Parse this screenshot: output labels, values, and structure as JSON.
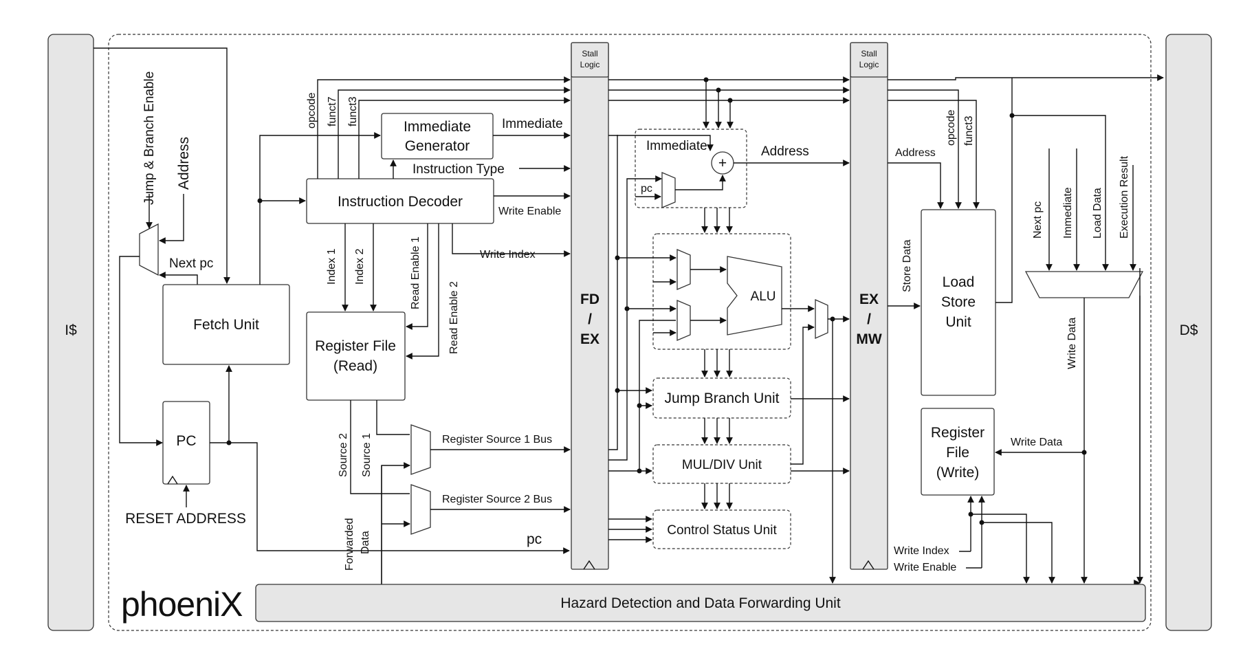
{
  "diagram": {
    "left_cache": "I$",
    "right_cache": "D$",
    "logo": "phoeniX",
    "fetch": {
      "jump_branch_enable": "Jump & Branch Enable",
      "address": "Address",
      "next_pc": "Next pc",
      "fetch_unit": "Fetch Unit",
      "pc": "PC",
      "reset_address": "RESET ADDRESS"
    },
    "decode": {
      "opcode": "opcode",
      "funct7": "funct7",
      "funct3": "funct3",
      "immediate_generator_line1": "Immediate",
      "immediate_generator_line2": "Generator",
      "immediate": "Immediate",
      "instruction_type": "Instruction Type",
      "instruction_decoder": "Instruction Decoder",
      "write_enable": "Write Enable",
      "write_index": "Write Index",
      "index1": "Index 1",
      "index2": "Index 2",
      "read_enable1": "Read Enable 1",
      "read_enable2": "Read Enable 2",
      "register_file_read_line1": "Register File",
      "register_file_read_line2": "(Read)",
      "source2": "Source 2",
      "source1": "Source 1",
      "register_source1_bus": "Register Source 1 Bus",
      "register_source2_bus": "Register Source 2 Bus",
      "forwarded": "Forwarded",
      "data": "Data",
      "pc_label": "pc"
    },
    "fdex": {
      "stall_line1": "Stall",
      "stall_line2": "Logic",
      "label_line1": "FD",
      "label_line2": "/",
      "label_line3": "EX"
    },
    "execute": {
      "immediate": "Immediate",
      "pc": "pc",
      "address": "Address",
      "alu": "ALU",
      "jump_branch_unit": "Jump Branch Unit",
      "mul_div_unit": "MUL/DIV Unit",
      "control_status_unit": "Control Status Unit"
    },
    "exmw": {
      "stall_line1": "Stall",
      "stall_line2": "Logic",
      "label_line1": "EX",
      "label_line2": "/",
      "label_line3": "MW"
    },
    "memory": {
      "address": "Address",
      "opcode": "opcode",
      "funct3": "funct3",
      "store_data": "Store Data",
      "load_store_line1": "Load",
      "load_store_line2": "Store",
      "load_store_line3": "Unit",
      "next_pc": "Next pc",
      "immediate": "Immediate",
      "load_data": "Load Data",
      "execution_result": "Execution Result",
      "write_data_vertical": "Write Data",
      "write_data": "Write Data",
      "register_file_write_line1": "Register",
      "register_file_write_line2": "File",
      "register_file_write_line3": "(Write)",
      "write_index": "Write Index",
      "write_enable": "Write Enable"
    },
    "hazard_unit": "Hazard Detection and Data Forwarding Unit"
  }
}
